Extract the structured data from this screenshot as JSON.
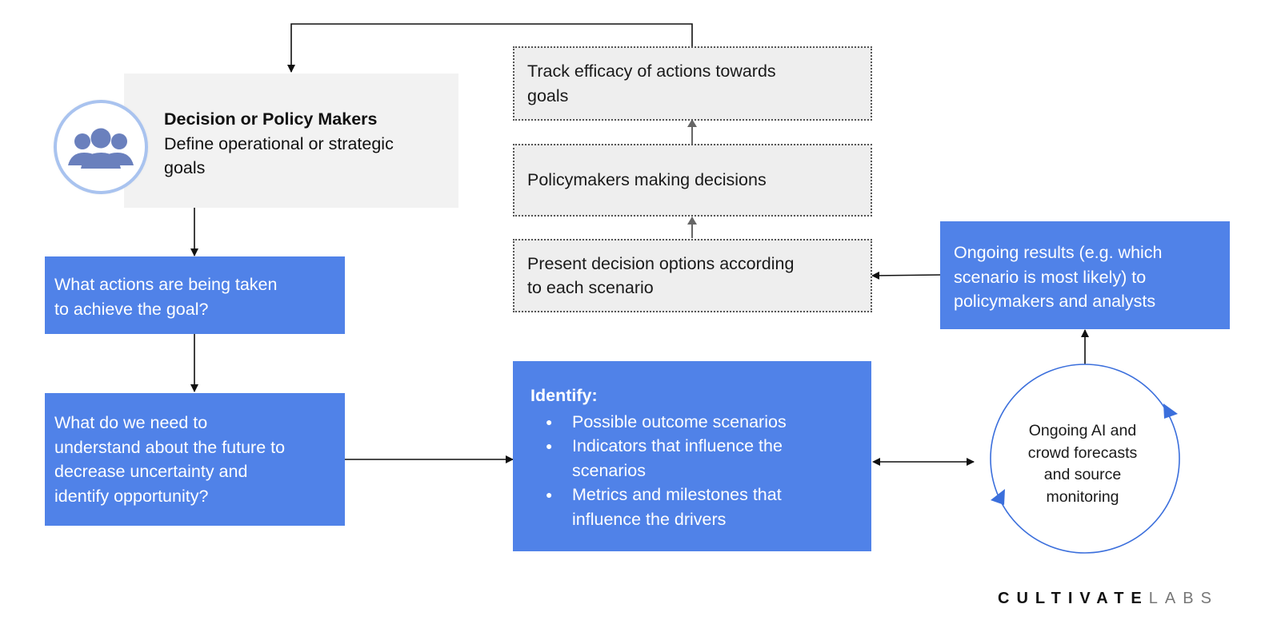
{
  "colors": {
    "primary_blue": "#5082e8",
    "gray_box": "#f2f2f2",
    "dotted_box": "#eeeeee",
    "icon_fill": "#6a80bd",
    "avatar_ring": "#a9c3ef",
    "cycle_ring": "#3b6fdc"
  },
  "decision_makers": {
    "icon": "people-group-icon",
    "title": "Decision or Policy Makers",
    "line1": "Define operational or strategic",
    "line2": "goals"
  },
  "actions_box": {
    "line1": "What actions are being taken",
    "line2": "to achieve the goal?"
  },
  "understand_box": {
    "line1": "What do we need to",
    "line2": "understand about the future to",
    "line3": "decrease uncertainty and",
    "line4": "identify opportunity?"
  },
  "identify_box": {
    "title": "Identify:",
    "items": [
      {
        "line1": "Possible outcome scenarios",
        "line2": ""
      },
      {
        "line1": "Indicators that influence the",
        "line2": "scenarios"
      },
      {
        "line1": "Metrics and milestones that",
        "line2": "influence the drivers"
      }
    ]
  },
  "track_box": {
    "line1": "Track efficacy of actions towards",
    "line2": "goals"
  },
  "policymakers_box": {
    "line1": "Policymakers making decisions"
  },
  "present_box": {
    "line1": "Present decision options according",
    "line2": "to each scenario"
  },
  "results_box": {
    "line1": "Ongoing results (e.g. which",
    "line2": "scenario is most likely) to",
    "line3": "policymakers and analysts"
  },
  "cycle": {
    "line1": "Ongoing AI and",
    "line2": "crowd forecasts",
    "line3": "and source",
    "line4": "monitoring"
  },
  "logo": {
    "bold": "CULTIVATE",
    "light": "LABS"
  }
}
